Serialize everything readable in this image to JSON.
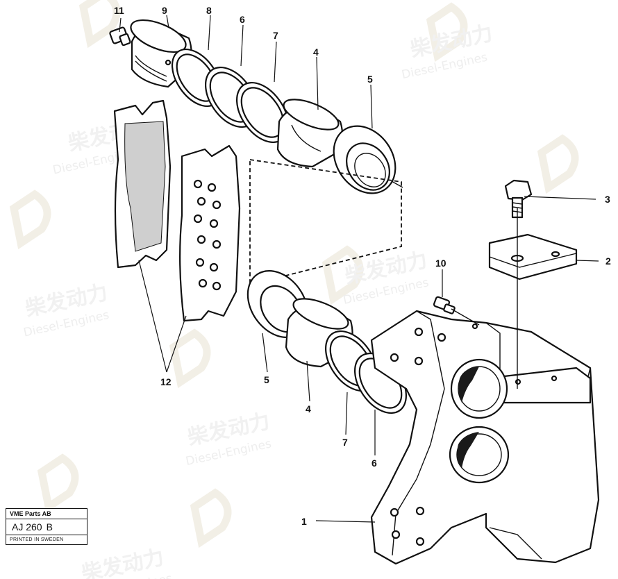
{
  "watermark": {
    "brand_cn": "柴发动力",
    "brand_en": "Diesel-Engines"
  },
  "callouts": {
    "c11": "11",
    "c9": "9",
    "c8": "8",
    "c6_top": "6",
    "c7_top": "7",
    "c4_top": "4",
    "c5_top": "5",
    "c3": "3",
    "c2": "2",
    "c10": "10",
    "c12": "12",
    "c5_bot": "5",
    "c4_bot": "4",
    "c7_bot": "7",
    "c6_bot": "6",
    "c1": "1"
  },
  "stamp": {
    "company": "VME Parts AB",
    "code": "AJ 260",
    "revision": "B",
    "printed": "PRINTED IN SWEDEN"
  }
}
